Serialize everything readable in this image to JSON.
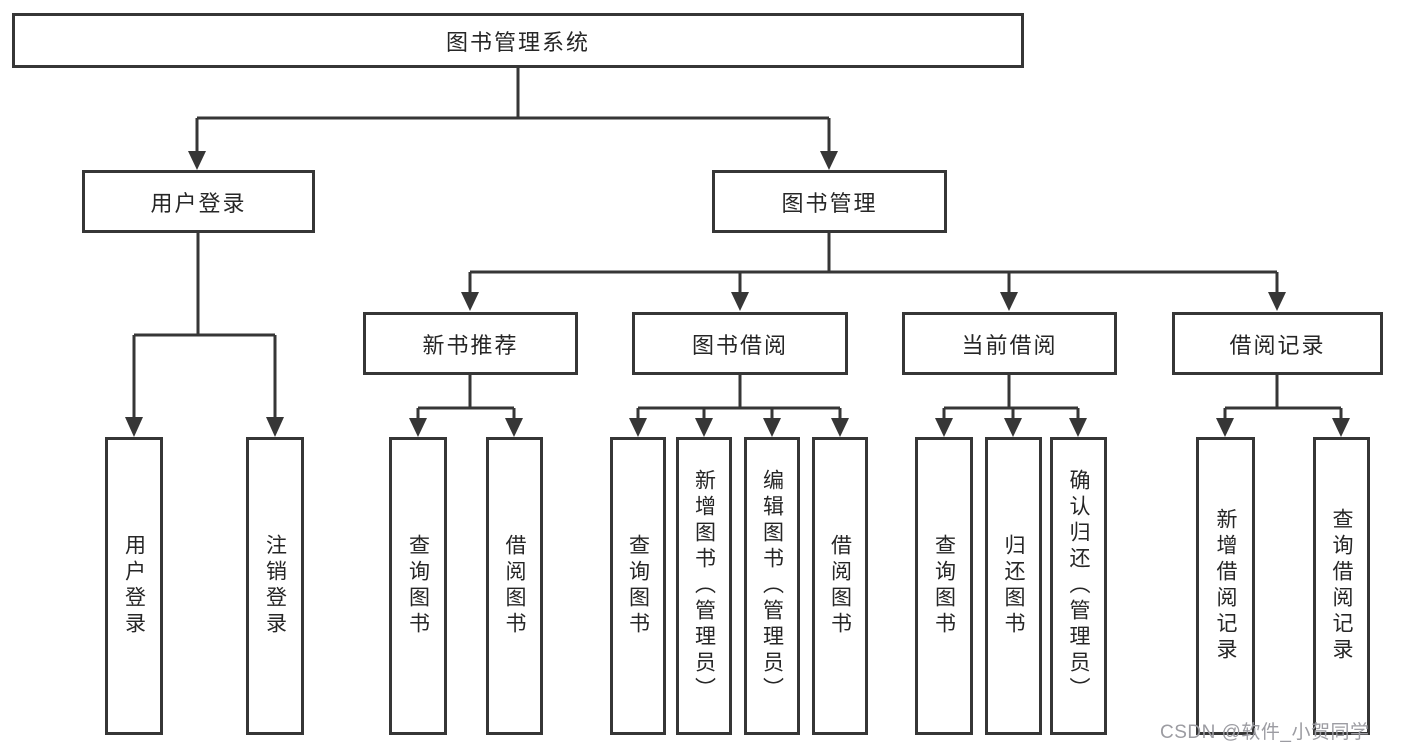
{
  "tree": {
    "label": "图书管理系统",
    "children": [
      {
        "label": "用户登录",
        "children": [
          {
            "label": "用户登录"
          },
          {
            "label": "注销登录"
          }
        ]
      },
      {
        "label": "图书管理",
        "children": [
          {
            "label": "新书推荐",
            "children": [
              {
                "label": "查询图书"
              },
              {
                "label": "借阅图书"
              }
            ]
          },
          {
            "label": "图书借阅",
            "children": [
              {
                "label": "查询图书"
              },
              {
                "label": "新增图书（管理员）"
              },
              {
                "label": "编辑图书（管理员）"
              },
              {
                "label": "借阅图书"
              }
            ]
          },
          {
            "label": "当前借阅",
            "children": [
              {
                "label": "查询图书"
              },
              {
                "label": "归还图书"
              },
              {
                "label": "确认归还（管理员）"
              }
            ]
          },
          {
            "label": "借阅记录",
            "children": [
              {
                "label": "新增借阅记录"
              },
              {
                "label": "查询借阅记录"
              }
            ]
          }
        ]
      }
    ]
  },
  "watermark": {
    "text": "CSDN @软件_小贺同学"
  },
  "colors": {
    "line": "#363636",
    "box_border": "#363636",
    "text": "#262626",
    "watermark": "#9c9ca2",
    "background": "#ffffff"
  }
}
